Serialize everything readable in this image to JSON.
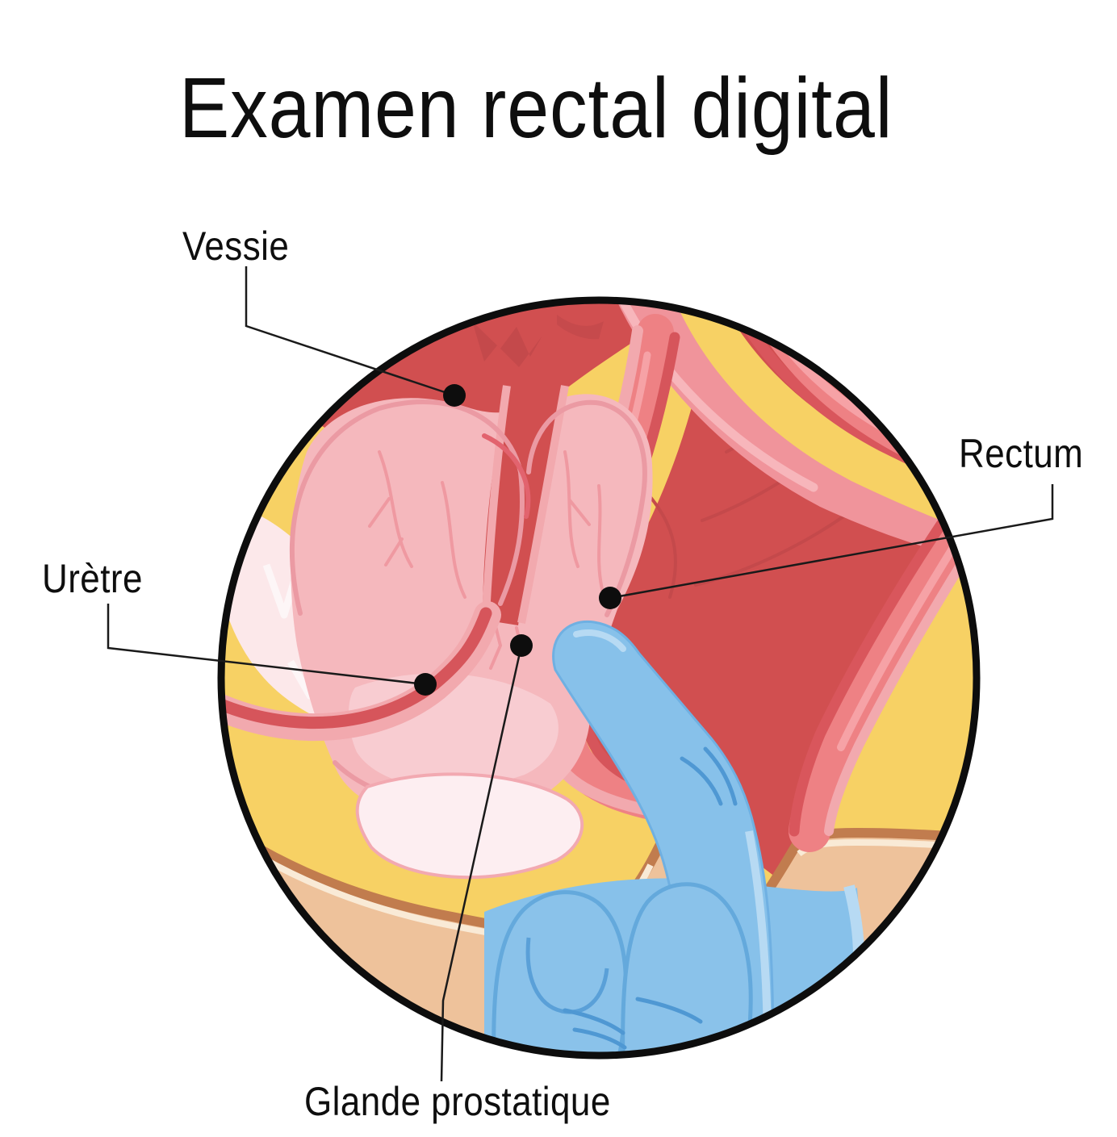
{
  "title": {
    "text": "Examen rectal digital"
  },
  "labels": {
    "vessie": {
      "text": "Vessie"
    },
    "rectum": {
      "text": "Rectum"
    },
    "uretre": {
      "text": "Urètre"
    },
    "prostate": {
      "text": "Glande prostatique"
    }
  },
  "figure": {
    "kind": "circular anatomical cross-section, digital rectal examination",
    "palette": {
      "cavity_red": "#d14f50",
      "cavity_red_dark": "#c4494b",
      "wall_salmon": "#ee8184",
      "wall_salmon_light": "#f6a2a6",
      "wall_casing_pink": "#f2a9ae",
      "wall_stripe_red": "#d9565c",
      "fold_pink": "#f0949b",
      "fold_pink_light": "#f7b6bb",
      "tissue_pink": "#f5b8bd",
      "tissue_outline": "#eb9aa3",
      "vein_pink": "#ef99a1",
      "pale_pink": "#fce8ea",
      "palest_pink": "#fdeef1",
      "inner_band_pink": "#f8ccd1",
      "fat_yellow": "#f7d164",
      "bone_fill": "#fcecc4",
      "bone_stroke": "#d89a4e",
      "skin_tan": "#eec29b",
      "muscle_brown": "#c17c4e",
      "cream": "#f9ead6",
      "glove_blue": "#87c1ea",
      "glove_blue_dark": "#64a9dc",
      "glove_crease_blue": "#4f98d3",
      "glove_highlight_blue": "#b7daf3",
      "leader_line": "#1a1a1a",
      "frame_stroke": "#0d0d0d"
    }
  }
}
